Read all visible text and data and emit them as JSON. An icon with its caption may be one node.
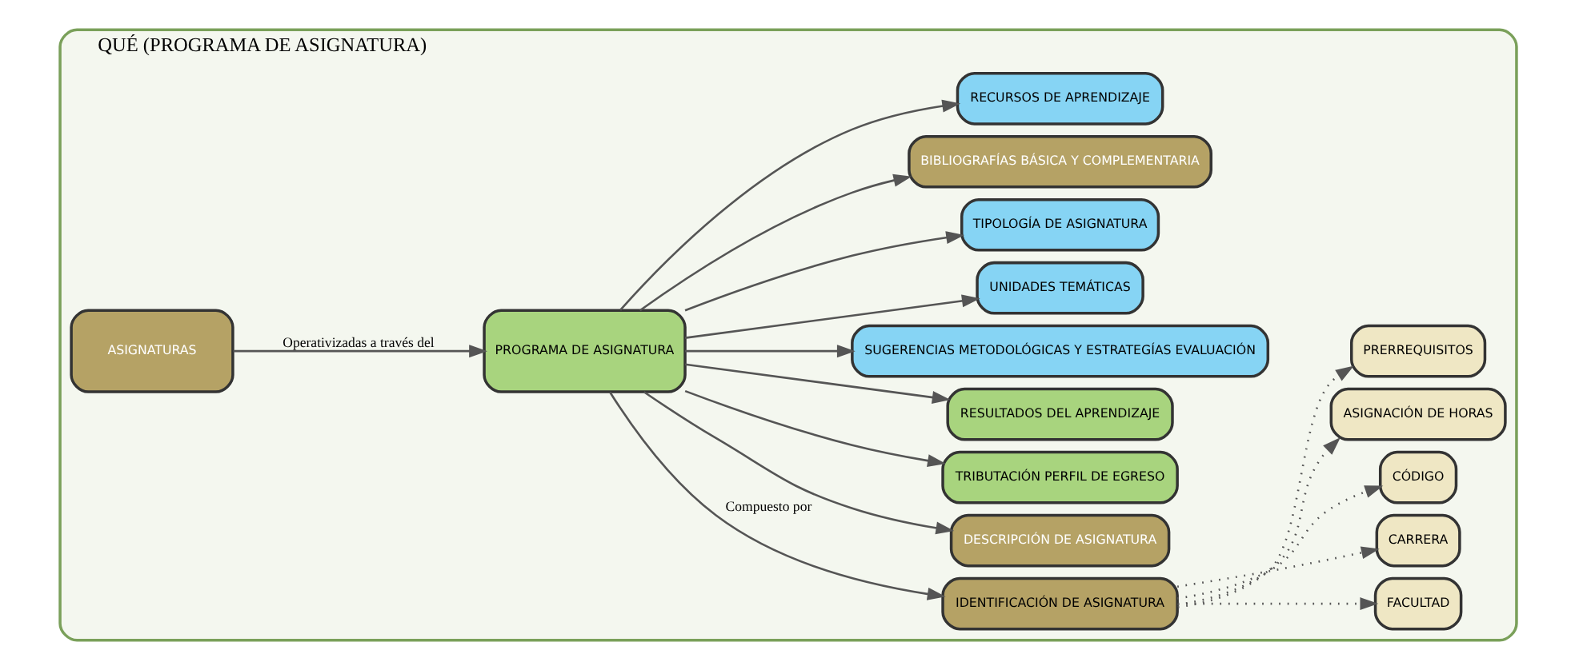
{
  "diagram": {
    "nodes": [
      {
        "text": [
          "QUÉ (PROGRAMA DE ASIGNATURA)"
        ]
      },
      {
        "text": [
          "PROGRAMA DE ASIGNATURA"
        ],
        "in": 0
      },
      {
        "text": [
          "IDENTIFICACIÓN DE ASIGNATURA"
        ],
        "in": 0
      },
      {
        "text": [
          "FACULTAD"
        ],
        "in": 0
      },
      {
        "text": [
          "CARRERA"
        ],
        "in": 0
      },
      {
        "text": [
          "CÓDIGO"
        ],
        "in": 0
      },
      {
        "text": [
          "ASIGNACIÓN DE HORAS"
        ],
        "in": 0
      },
      {
        "text": [
          "PRERREQUISITOS"
        ],
        "in": 0
      },
      {
        "text": [
          "DESCRIPCIÓN DE ASIGNATURA"
        ],
        "in": 0
      },
      {
        "text": [
          "TRIBUTACIÓN PERFIL DE EGRESO"
        ],
        "in": 0
      },
      {
        "text": [
          "RESULTADOS DEL APRENDIZAJE"
        ],
        "in": 0
      },
      {
        "text": [
          "SUGERENCIAS METODOLÓGICAS Y ESTRATEGÍAS EVALUACIÓN"
        ],
        "in": 0
      },
      {
        "text": [
          "UNIDADES TEMÁTICAS"
        ],
        "in": 0
      },
      {
        "text": [
          "TIPOLOGÍA DE ASIGNATURA"
        ],
        "in": 0
      },
      {
        "text": [
          "BIBLIOGRAFÍAS BÁSICA Y COMPLEMENTARIA"
        ],
        "in": 0
      },
      {
        "text": [
          "RECURSOS DE APRENDIZAJE"
        ],
        "in": 0
      },
      {
        "text": [
          "ASIGNATURAS"
        ],
        "in": 0
      }
    ],
    "edges": [
      {
        "from": 16,
        "to": 1,
        "arrow": "to",
        "label": "Operativizadas a través del"
      },
      {
        "from": 1,
        "to": 2,
        "arrow": "to",
        "label": "Compuesto por"
      },
      {
        "from": 2,
        "to": 3,
        "arrow": "to",
        "style": "dashed"
      },
      {
        "from": 2,
        "to": 4,
        "arrow": "to",
        "style": "dashed"
      },
      {
        "from": 2,
        "to": 5,
        "arrow": "to",
        "style": "dashed"
      },
      {
        "from": 2,
        "to": 6,
        "arrow": "to",
        "style": "dashed"
      },
      {
        "from": 2,
        "to": 7,
        "arrow": "to",
        "style": "dashed"
      },
      {
        "from": 1,
        "to": 8,
        "arrow": "to"
      },
      {
        "from": 1,
        "to": 9,
        "arrow": "to"
      },
      {
        "from": 1,
        "to": 10,
        "arrow": "to"
      },
      {
        "from": 1,
        "to": 11,
        "arrow": "to"
      },
      {
        "from": 1,
        "to": 12,
        "arrow": "to"
      },
      {
        "from": 1,
        "to": 13,
        "arrow": "to"
      },
      {
        "from": 1,
        "to": 14,
        "arrow": "to"
      },
      {
        "from": 1,
        "to": 15,
        "arrow": "to"
      }
    ]
  }
}
